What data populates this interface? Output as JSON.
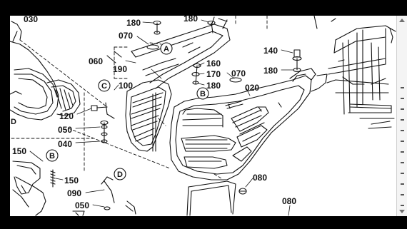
{
  "callouts": [
    {
      "id": "c-030",
      "text": "030"
    },
    {
      "id": "c-180-a",
      "text": "180"
    },
    {
      "id": "c-180-b",
      "text": "180"
    },
    {
      "id": "c-070-a",
      "text": "070"
    },
    {
      "id": "c-060",
      "text": "060"
    },
    {
      "id": "c-190",
      "text": "190"
    },
    {
      "id": "c-160",
      "text": "160"
    },
    {
      "id": "c-170",
      "text": "170"
    },
    {
      "id": "c-180-c",
      "text": "180"
    },
    {
      "id": "c-070-b",
      "text": "070"
    },
    {
      "id": "c-020",
      "text": "020"
    },
    {
      "id": "c-140",
      "text": "140"
    },
    {
      "id": "c-180-d",
      "text": "180"
    },
    {
      "id": "c-100",
      "text": "100"
    },
    {
      "id": "c-120",
      "text": "120"
    },
    {
      "id": "c-050-a",
      "text": "050"
    },
    {
      "id": "c-040",
      "text": "040"
    },
    {
      "id": "c-150-a",
      "text": "150"
    },
    {
      "id": "c-150-b",
      "text": "150"
    },
    {
      "id": "c-090",
      "text": "090"
    },
    {
      "id": "c-050-b",
      "text": "050"
    },
    {
      "id": "c-080-a",
      "text": "080"
    },
    {
      "id": "c-080-b",
      "text": "080"
    }
  ],
  "reference_markers": [
    {
      "id": "m-a",
      "text": "A"
    },
    {
      "id": "m-b-1",
      "text": "B"
    },
    {
      "id": "m-b-2",
      "text": "B"
    },
    {
      "id": "m-c",
      "text": "C"
    },
    {
      "id": "m-d",
      "text": "D"
    },
    {
      "id": "m-d-edge",
      "text": "D"
    }
  ],
  "colors": {
    "line": "#111111",
    "paper": "#ffffff",
    "frame": "#000000"
  }
}
